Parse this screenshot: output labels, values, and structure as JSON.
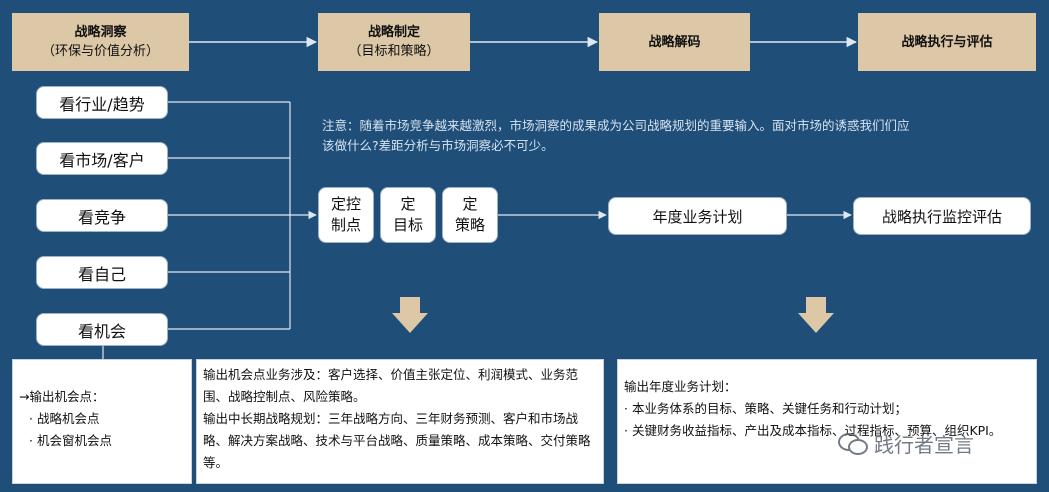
{
  "top_steps": [
    {
      "title": "战略洞察",
      "subtitle": "（环保与价值分析）"
    },
    {
      "title": "战略制定",
      "subtitle": "（目标和策略）"
    },
    {
      "title": "战略解码",
      "subtitle": ""
    },
    {
      "title": "战略执行与评估",
      "subtitle": ""
    }
  ],
  "left_items": [
    "看行业/趋势",
    "看市场/客户",
    "看竞争",
    "看自己",
    "看机会"
  ],
  "note": {
    "line1": "注意：随着市场竞争越来越激烈，市场洞察的成果成为公司战略规划的重要输入。面对市场的诱惑我们们应",
    "line2": "该做什么?差距分析与市场洞察必不可少。"
  },
  "center_boxes": [
    {
      "line1": "定控",
      "line2": "制点"
    },
    {
      "line1": "定",
      "line2": "目标"
    },
    {
      "line1": "定",
      "line2": "策略"
    }
  ],
  "plan_box": "年度业务计划",
  "monitor_box": "战略执行监控评估",
  "panel_left": {
    "header": "→输出机会点：",
    "items": [
      "· 战略机会点",
      "· 机会窗机会点"
    ]
  },
  "panel_mid": {
    "lines": [
      "输出机会点业务涉及：客户选择、价值主张定位、利润模式、业务范围、战略控制点、风险策略。",
      "输出中长期战略规划：三年战略方向、三年财务预测、客户和市场战略、解决方案战略、技术与平台战略、质量策略、成本策略、交付策略等。"
    ]
  },
  "panel_right": {
    "header": "输出年度业务计划：",
    "items": [
      "· 本业务体系的目标、策略、关键任务和行动计划；",
      "· 关键财务收益指标、产出及成本指标、过程指标、预算、组织KPI。"
    ]
  },
  "watermark": "践行者宣言",
  "colors": {
    "background": "#1f4e79",
    "top_box": "#dcc7a6",
    "down_arrow": "#dcc7a6",
    "line": "#ffffff"
  }
}
